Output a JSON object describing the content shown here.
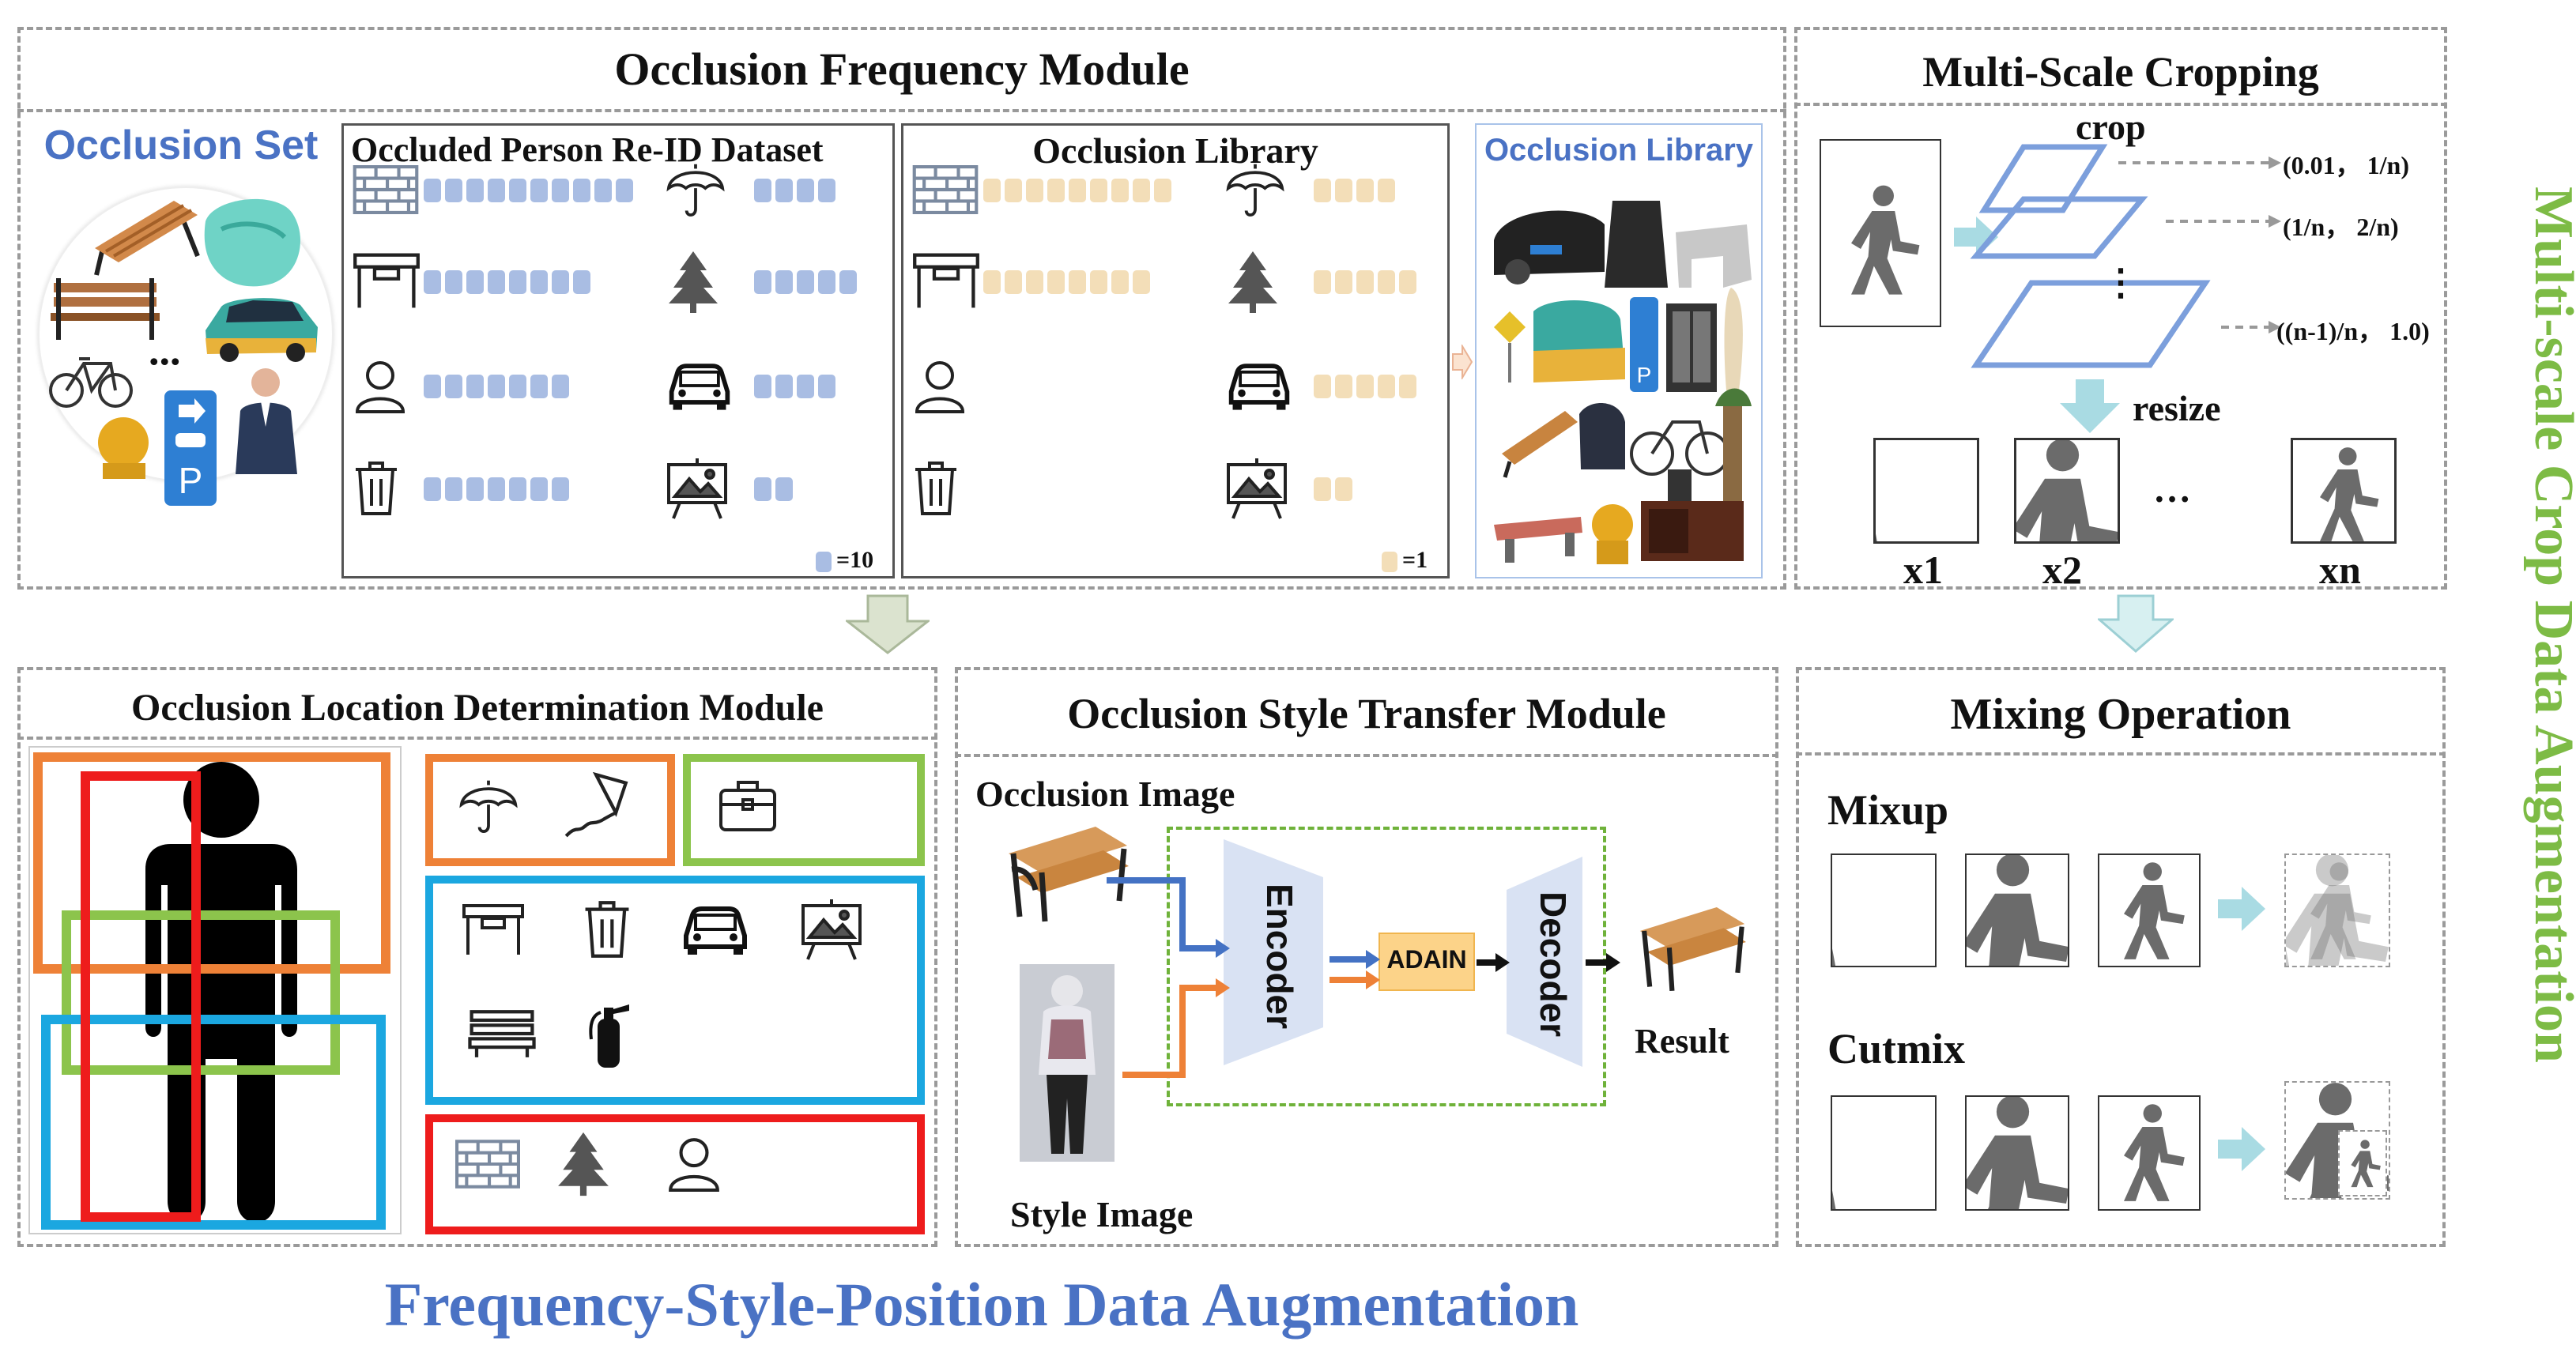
{
  "footer_title": "Frequency-Style-Position Data Augmentation",
  "side_title": "Multi-scale Crop Data Augmentation",
  "frequency": {
    "title": "Occlusion Frequency Module",
    "set_label": "Occlusion Set",
    "set_dots": "...",
    "dataset_title": "Occluded Person Re-ID Dataset",
    "library_title": "Occlusion Library",
    "library_panel_title": "Occlusion Library",
    "legend_dataset": "=10",
    "legend_library": "=1",
    "dataset_counts": {
      "wall": 10,
      "desk": 8,
      "person": 7,
      "trash": 7,
      "umbrella": 4,
      "tree": 5,
      "car": 4,
      "billboard": 2
    },
    "library_counts": {
      "wall": 9,
      "desk": 8,
      "person": 0,
      "trash": 0,
      "umbrella": 4,
      "tree": 5,
      "car": 5,
      "billboard": 2
    }
  },
  "multiscale": {
    "title": "Multi-Scale Cropping",
    "crop_label": "crop",
    "resize_label": "resize",
    "ranges": [
      "(0.01， 1/n)",
      "(1/n， 2/n)",
      "((n-1)/n， 1.0)"
    ],
    "vdots": "⋮",
    "outputs": [
      "x1",
      "x2",
      "xn"
    ],
    "hdots": "…"
  },
  "location": {
    "title": "Occlusion Location Determination Module"
  },
  "style": {
    "title": "Occlusion Style Transfer Module",
    "occlusion_image": "Occlusion Image",
    "style_image": "Style Image",
    "encoder": "Encoder",
    "adain": "ADAIN",
    "decoder": "Decoder",
    "result": "Result"
  },
  "mixing": {
    "title": "Mixing Operation",
    "mixup": "Mixup",
    "cutmix": "Cutmix"
  },
  "colors": {
    "bar_dataset": "#a9bde3",
    "bar_library": "#f3deb8",
    "title_blue": "#4a72c4",
    "side_green": "#7dbb45",
    "orange": "#ee8137",
    "green": "#8cc44c",
    "cyan": "#1ba7e0",
    "red": "#ee1c1c",
    "arrow_light": "#a9dbe3"
  }
}
